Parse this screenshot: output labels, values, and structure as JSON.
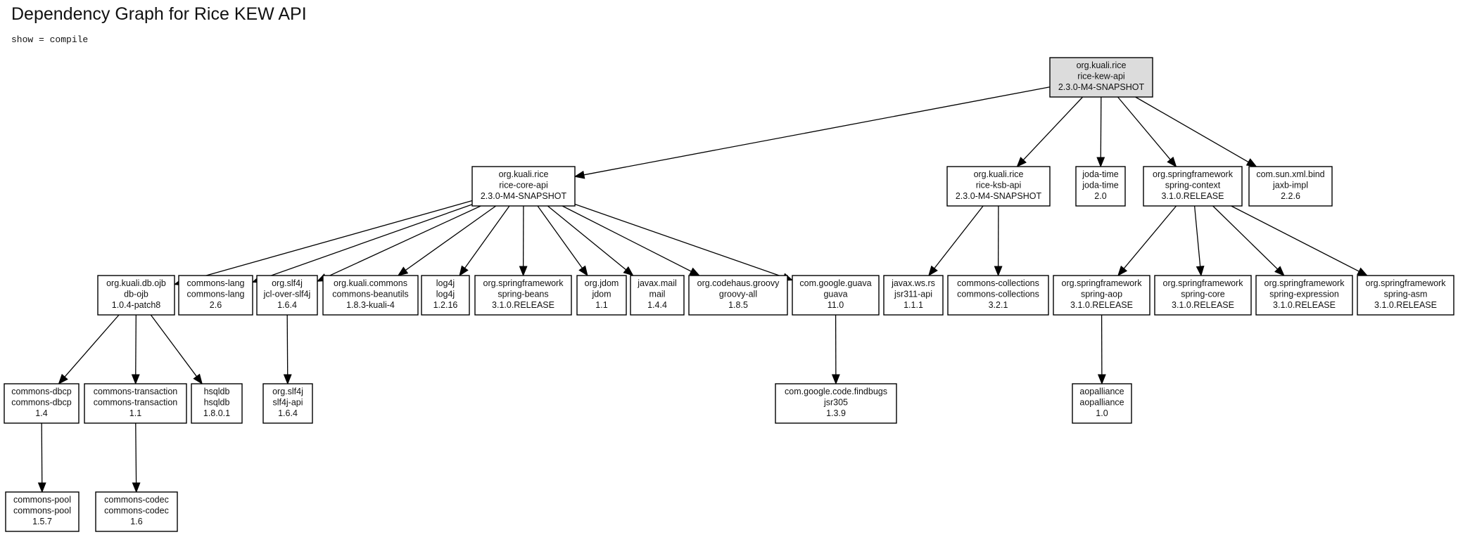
{
  "page": {
    "title": "Dependency Graph for Rice KEW API",
    "subtitle": "show = compile"
  },
  "nodes": [
    {
      "id": "kew",
      "lines": [
        "org.kuali.rice",
        "rice-kew-api",
        "2.3.0-M4-SNAPSHOT"
      ],
      "root": true
    },
    {
      "id": "core",
      "lines": [
        "org.kuali.rice",
        "rice-core-api",
        "2.3.0-M4-SNAPSHOT"
      ]
    },
    {
      "id": "ksb",
      "lines": [
        "org.kuali.rice",
        "rice-ksb-api",
        "2.3.0-M4-SNAPSHOT"
      ]
    },
    {
      "id": "joda",
      "lines": [
        "joda-time",
        "joda-time",
        "2.0"
      ]
    },
    {
      "id": "sctx",
      "lines": [
        "org.springframework",
        "spring-context",
        "3.1.0.RELEASE"
      ]
    },
    {
      "id": "jaxb",
      "lines": [
        "com.sun.xml.bind",
        "jaxb-impl",
        "2.2.6"
      ]
    },
    {
      "id": "ojb",
      "lines": [
        "org.kuali.db.ojb",
        "db-ojb",
        "1.0.4-patch8"
      ]
    },
    {
      "id": "clang",
      "lines": [
        "commons-lang",
        "commons-lang",
        "2.6"
      ]
    },
    {
      "id": "jcl",
      "lines": [
        "org.slf4j",
        "jcl-over-slf4j",
        "1.6.4"
      ]
    },
    {
      "id": "cbu",
      "lines": [
        "org.kuali.commons",
        "commons-beanutils",
        "1.8.3-kuali-4"
      ]
    },
    {
      "id": "log4j",
      "lines": [
        "log4j",
        "log4j",
        "1.2.16"
      ]
    },
    {
      "id": "sbean",
      "lines": [
        "org.springframework",
        "spring-beans",
        "3.1.0.RELEASE"
      ]
    },
    {
      "id": "jdom",
      "lines": [
        "org.jdom",
        "jdom",
        "1.1"
      ]
    },
    {
      "id": "mail",
      "lines": [
        "javax.mail",
        "mail",
        "1.4.4"
      ]
    },
    {
      "id": "groovy",
      "lines": [
        "org.codehaus.groovy",
        "groovy-all",
        "1.8.5"
      ]
    },
    {
      "id": "guava",
      "lines": [
        "com.google.guava",
        "guava",
        "11.0"
      ]
    },
    {
      "id": "jsr311",
      "lines": [
        "javax.ws.rs",
        "jsr311-api",
        "1.1.1"
      ]
    },
    {
      "id": "ccoll",
      "lines": [
        "commons-collections",
        "commons-collections",
        "3.2.1"
      ]
    },
    {
      "id": "saop",
      "lines": [
        "org.springframework",
        "spring-aop",
        "3.1.0.RELEASE"
      ]
    },
    {
      "id": "score",
      "lines": [
        "org.springframework",
        "spring-core",
        "3.1.0.RELEASE"
      ]
    },
    {
      "id": "sexpr",
      "lines": [
        "org.springframework",
        "spring-expression",
        "3.1.0.RELEASE"
      ]
    },
    {
      "id": "sasm",
      "lines": [
        "org.springframework",
        "spring-asm",
        "3.1.0.RELEASE"
      ]
    },
    {
      "id": "dbcp",
      "lines": [
        "commons-dbcp",
        "commons-dbcp",
        "1.4"
      ]
    },
    {
      "id": "ctx",
      "lines": [
        "commons-transaction",
        "commons-transaction",
        "1.1"
      ]
    },
    {
      "id": "hsql",
      "lines": [
        "hsqldb",
        "hsqldb",
        "1.8.0.1"
      ]
    },
    {
      "id": "slf4j",
      "lines": [
        "org.slf4j",
        "slf4j-api",
        "1.6.4"
      ]
    },
    {
      "id": "jsr305",
      "lines": [
        "com.google.code.findbugs",
        "jsr305",
        "1.3.9"
      ]
    },
    {
      "id": "aopa",
      "lines": [
        "aopalliance",
        "aopalliance",
        "1.0"
      ]
    },
    {
      "id": "pool",
      "lines": [
        "commons-pool",
        "commons-pool",
        "1.5.7"
      ]
    },
    {
      "id": "codec",
      "lines": [
        "commons-codec",
        "commons-codec",
        "1.6"
      ]
    }
  ],
  "edges": [
    [
      "kew",
      "core"
    ],
    [
      "kew",
      "ksb"
    ],
    [
      "kew",
      "joda"
    ],
    [
      "kew",
      "sctx"
    ],
    [
      "kew",
      "jaxb"
    ],
    [
      "core",
      "ojb"
    ],
    [
      "core",
      "clang"
    ],
    [
      "core",
      "jcl"
    ],
    [
      "core",
      "cbu"
    ],
    [
      "core",
      "log4j"
    ],
    [
      "core",
      "sbean"
    ],
    [
      "core",
      "jdom"
    ],
    [
      "core",
      "mail"
    ],
    [
      "core",
      "groovy"
    ],
    [
      "core",
      "guava"
    ],
    [
      "ksb",
      "jsr311"
    ],
    [
      "ksb",
      "ccoll"
    ],
    [
      "sctx",
      "saop"
    ],
    [
      "sctx",
      "score"
    ],
    [
      "sctx",
      "sexpr"
    ],
    [
      "sctx",
      "sasm"
    ],
    [
      "ojb",
      "dbcp"
    ],
    [
      "ojb",
      "ctx"
    ],
    [
      "ojb",
      "hsql"
    ],
    [
      "jcl",
      "slf4j"
    ],
    [
      "guava",
      "jsr305"
    ],
    [
      "saop",
      "aopa"
    ],
    [
      "dbcp",
      "pool"
    ],
    [
      "ctx",
      "codec"
    ]
  ]
}
